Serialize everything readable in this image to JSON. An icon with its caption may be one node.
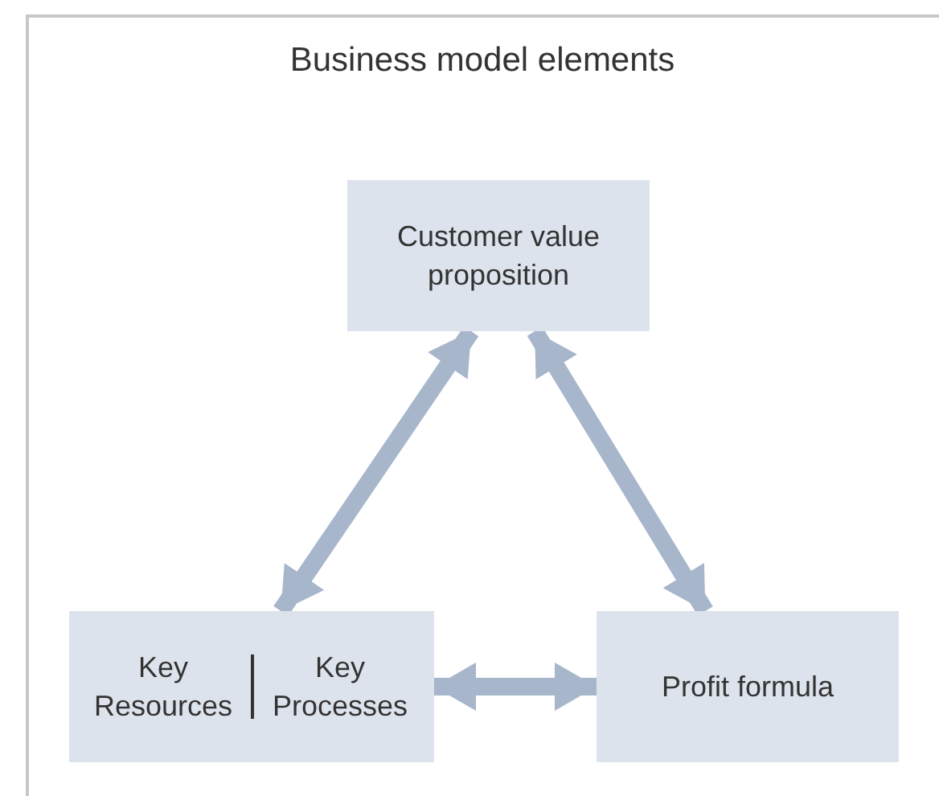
{
  "diagram": {
    "title": "Business model elements",
    "nodes": [
      {
        "text": [
          "Customer value proposition"
        ]
      },
      {
        "text": [
          "Key Resources",
          "Key Processes"
        ]
      },
      {
        "text": [
          "Profit formula"
        ]
      }
    ],
    "edges": [
      {
        "from": 0,
        "to": 1,
        "arrow": "both"
      },
      {
        "from": 0,
        "to": 2,
        "arrow": "both"
      },
      {
        "from": 1,
        "to": 2,
        "arrow": "both"
      }
    ]
  }
}
